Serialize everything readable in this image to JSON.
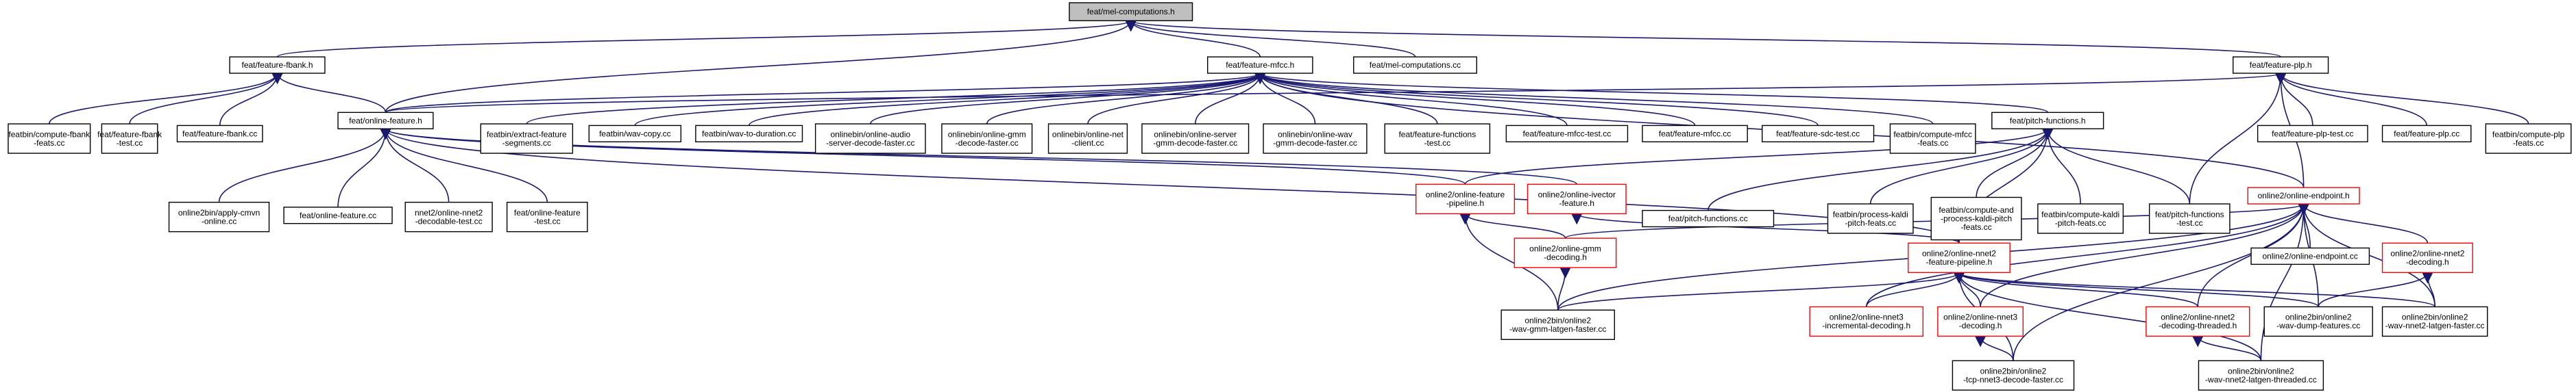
{
  "diagram": {
    "type": "include-dependency-graph",
    "colors": {
      "edge": "#191970",
      "node_border": "#000000",
      "highlight_border": "#ff0000",
      "root_fill": "#bfbfbf",
      "background": "#ffffff"
    },
    "nodes": [
      {
        "id": "root",
        "lines": [
          "feat/mel-computations.h"
        ],
        "style": "root"
      },
      {
        "id": "fbank_h",
        "lines": [
          "feat/feature-fbank.h"
        ]
      },
      {
        "id": "mfcc_h",
        "lines": [
          "feat/feature-mfcc.h"
        ]
      },
      {
        "id": "melcomp_cc",
        "lines": [
          "feat/mel-computations.cc"
        ]
      },
      {
        "id": "plp_h",
        "lines": [
          "feat/feature-plp.h"
        ]
      },
      {
        "id": "compfbank",
        "lines": [
          "featbin/compute-fbank",
          "-feats.cc"
        ]
      },
      {
        "id": "fbanktest",
        "lines": [
          "feat/feature-fbank",
          "-test.cc"
        ]
      },
      {
        "id": "fbankcc",
        "lines": [
          "feat/feature-fbank.cc"
        ]
      },
      {
        "id": "online_h",
        "lines": [
          "feat/online-feature.h"
        ]
      },
      {
        "id": "extractseg",
        "lines": [
          "featbin/extract-feature",
          "-segments.cc"
        ]
      },
      {
        "id": "wavcopy",
        "lines": [
          "featbin/wav-copy.cc"
        ]
      },
      {
        "id": "wavdur",
        "lines": [
          "featbin/wav-to-duration.cc"
        ]
      },
      {
        "id": "audioserver",
        "lines": [
          "onlinebin/online-audio",
          "-server-decode-faster.cc"
        ]
      },
      {
        "id": "gmmfaster",
        "lines": [
          "onlinebin/online-gmm",
          "-decode-faster.cc"
        ]
      },
      {
        "id": "netclient",
        "lines": [
          "onlinebin/online-net",
          "-client.cc"
        ]
      },
      {
        "id": "servergmm",
        "lines": [
          "onlinebin/online-server",
          "-gmm-decode-faster.cc"
        ]
      },
      {
        "id": "wavgmm",
        "lines": [
          "onlinebin/online-wav",
          "-gmm-decode-faster.cc"
        ]
      },
      {
        "id": "featfunc",
        "lines": [
          "feat/feature-functions",
          "-test.cc"
        ]
      },
      {
        "id": "mfcctest",
        "lines": [
          "feat/feature-mfcc-test.cc"
        ]
      },
      {
        "id": "mfcccc",
        "lines": [
          "feat/feature-mfcc.cc"
        ]
      },
      {
        "id": "sdctest",
        "lines": [
          "feat/feature-sdc-test.cc"
        ]
      },
      {
        "id": "compmfcc",
        "lines": [
          "featbin/compute-mfcc",
          "-feats.cc"
        ]
      },
      {
        "id": "pitch_h",
        "lines": [
          "feat/pitch-functions.h"
        ]
      },
      {
        "id": "plptest",
        "lines": [
          "feat/feature-plp-test.cc"
        ]
      },
      {
        "id": "plpcc",
        "lines": [
          "feat/feature-plp.cc"
        ]
      },
      {
        "id": "compplp",
        "lines": [
          "featbin/compute-plp",
          "-feats.cc"
        ]
      },
      {
        "id": "applycmvn",
        "lines": [
          "online2bin/apply-cmvn",
          "-online.cc"
        ]
      },
      {
        "id": "onlinefeatcc",
        "lines": [
          "feat/online-feature.cc"
        ]
      },
      {
        "id": "nnet2dec",
        "lines": [
          "nnet2/online-nnet2",
          "-decodable-test.cc"
        ]
      },
      {
        "id": "onlinefeattest",
        "lines": [
          "feat/online-feature",
          "-test.cc"
        ]
      },
      {
        "id": "featpipe",
        "lines": [
          "online2/online-feature",
          "-pipeline.h"
        ],
        "style": "red"
      },
      {
        "id": "ivector",
        "lines": [
          "online2/online-ivector",
          "-feature.h"
        ],
        "style": "red"
      },
      {
        "id": "pitchcc",
        "lines": [
          "feat/pitch-functions.cc"
        ]
      },
      {
        "id": "processpitch",
        "lines": [
          "featbin/process-kaldi",
          "-pitch-feats.cc"
        ]
      },
      {
        "id": "compandproc",
        "lines": [
          "featbin/compute-and",
          "-process-kaldi-pitch",
          "-feats.cc"
        ]
      },
      {
        "id": "compkaldipitch",
        "lines": [
          "featbin/compute-kaldi",
          "-pitch-feats.cc"
        ]
      },
      {
        "id": "pitchtest",
        "lines": [
          "feat/pitch-functions",
          "-test.cc"
        ]
      },
      {
        "id": "endpoint_h",
        "lines": [
          "online2/online-endpoint.h"
        ],
        "style": "red"
      },
      {
        "id": "gmmdec",
        "lines": [
          "online2/online-gmm",
          "-decoding.h"
        ],
        "style": "red"
      },
      {
        "id": "nnet2pipe",
        "lines": [
          "online2/online-nnet2",
          "-feature-pipeline.h"
        ],
        "style": "red"
      },
      {
        "id": "endpointcc",
        "lines": [
          "online2/online-endpoint.cc"
        ]
      },
      {
        "id": "nnet2decoding",
        "lines": [
          "online2/online-nnet2",
          "-decoding.h"
        ],
        "style": "red"
      },
      {
        "id": "wavgmmlat",
        "lines": [
          "online2bin/online2",
          "-wav-gmm-latgen-faster.cc"
        ]
      },
      {
        "id": "nnet3inc",
        "lines": [
          "online2/online-nnet3",
          "-incremental-decoding.h"
        ],
        "style": "red"
      },
      {
        "id": "nnet3dec",
        "lines": [
          "online2/online-nnet3",
          "-decoding.h"
        ],
        "style": "red"
      },
      {
        "id": "nnet2thr",
        "lines": [
          "online2/online-nnet2",
          "-decoding-threaded.h"
        ],
        "style": "red"
      },
      {
        "id": "wavdump",
        "lines": [
          "online2bin/online2",
          "-wav-dump-features.cc"
        ]
      },
      {
        "id": "wavnnet2lat",
        "lines": [
          "online2bin/online2",
          "-wav-nnet2-latgen-faster.cc"
        ]
      },
      {
        "id": "tcpnnet3",
        "lines": [
          "online2bin/online2",
          "-tcp-nnet3-decode-faster.cc"
        ]
      },
      {
        "id": "wavnnet2thr",
        "lines": [
          "online2bin/online2",
          "-wav-nnet2-latgen-threaded.cc"
        ]
      }
    ]
  }
}
